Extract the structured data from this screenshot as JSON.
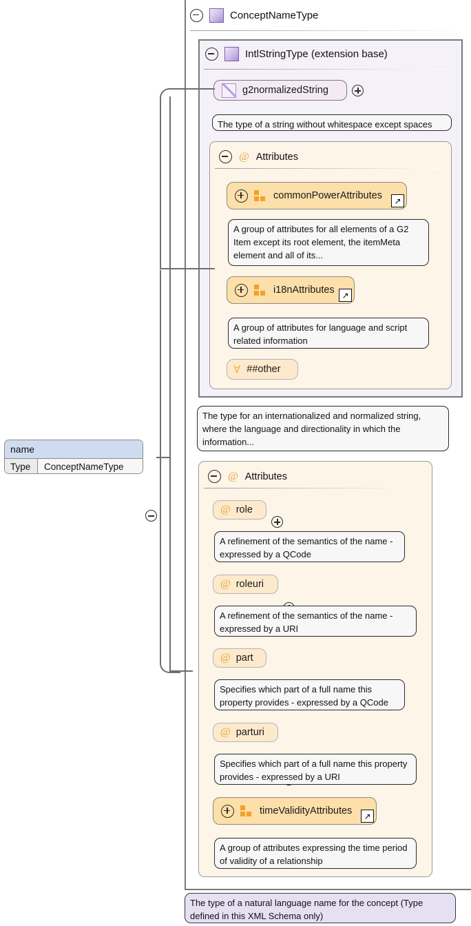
{
  "diagram": {
    "kind": "xsd-component-diagram",
    "element": {
      "name": "name",
      "type_label": "Type",
      "type_value": "ConceptNameType",
      "expander": "minus-icon"
    },
    "root_type": {
      "label": "ConceptNameType",
      "icon": "complex-type-icon",
      "expander": "minus-icon",
      "annotation": "The type of a natural language name for the concept (Type defined in this XML Schema only)"
    },
    "extension_base": {
      "label": "IntlStringType (extension base)",
      "icon": "complex-type-icon",
      "expander": "minus-icon",
      "annotation": "The type for an internationalized and normalized string, where the language and directionality in which the information..."
    },
    "simple_content": {
      "label": "g2normalizedString",
      "icon": "simple-type-icon",
      "expander": "plus-icon",
      "annotation": "The type of a string without whitespace except spaces"
    },
    "attributes_sections": [
      {
        "heading": "Attributes",
        "icon": "at-icon",
        "expander": "minus-icon",
        "items": [
          {
            "label": "commonPowerAttributes",
            "icon": "group-icon",
            "expander": "plus-icon",
            "external": "external-link-icon",
            "annotation": "A group of attributes for all elements of a G2 Item except its root element, the itemMeta element and all of its..."
          },
          {
            "label": "i18nAttributes",
            "icon": "group-icon",
            "expander": "plus-icon",
            "external": "external-link-icon",
            "annotation": "A group of attributes for language and script related information"
          },
          {
            "label": "##other",
            "icon": "any-attribute-icon",
            "expander": null,
            "external": null,
            "annotation": null
          }
        ]
      },
      {
        "heading": "Attributes",
        "icon": "at-icon",
        "expander": "minus-icon",
        "items": [
          {
            "label": "role",
            "icon": "at-icon",
            "expander": "plus-icon",
            "external": null,
            "annotation": "A refinement of the semantics of the name - expressed by a QCode"
          },
          {
            "label": "roleuri",
            "icon": "at-icon",
            "expander": "plus-icon",
            "external": null,
            "annotation": "A refinement of the semantics of the name - expressed by a URI"
          },
          {
            "label": "part",
            "icon": "at-icon",
            "expander": "plus-icon",
            "external": null,
            "annotation": "Specifies which part of a full name this property provides - expressed by a QCode"
          },
          {
            "label": "parturi",
            "icon": "at-icon",
            "expander": "plus-icon",
            "external": null,
            "annotation": "Specifies which part of a full name this property provides - expressed by a URI"
          },
          {
            "label": "timeValidityAttributes",
            "icon": "group-icon",
            "expander": "plus-icon",
            "external": "external-link-icon",
            "annotation": "A group of attributes expressing the time period of validity of a relationship"
          }
        ]
      }
    ],
    "colors": {
      "complex_type_fill": "#f4f1f8",
      "attribute_fill": "#fdf5e8",
      "group_node_fill": "#fcdfa9",
      "attr_node_fill": "#fdeacc",
      "simple_node_fill": "#f4eaf6",
      "element_header_fill": "#cfdcf0",
      "purple_callout_fill": "#e5e0f2",
      "border": "#787878",
      "group_icon": "#f2a128",
      "at_icon": "#e8a33d"
    }
  }
}
